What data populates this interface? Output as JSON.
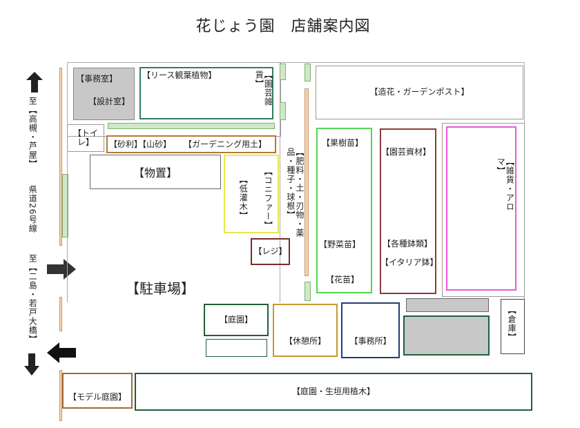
{
  "title": "花じょう園　店舗案内図",
  "labels": {
    "office": "【事務室】",
    "design": "【設計室】",
    "lease": "【リース観葉植物】",
    "garden_goods_top": "【園芸雑貨】",
    "toilet": "【トイレ】",
    "gravel": "【砂利】【山砂】",
    "soil": "【ガーデニング用土】",
    "storage": "【物置】",
    "conifer": "【コニファー】",
    "shrub": "【低灌木】",
    "fert": "【肥料・土・刃物・薬品・種子・球根】",
    "register": "【レジ】",
    "artificial": "【造花・ガーデンポスト】",
    "fruit": "【果樹苗】",
    "veg": "【野菜苗】",
    "flower": "【花苗】",
    "materials": "【園芸資材】",
    "pots": "【各種鉢類】",
    "italy": "【イタリア鉢】",
    "zakka": "【雑貨・アロマ】",
    "parking": "【駐車場】",
    "garden": "【庭園】",
    "rest": "【休憩所】",
    "office2": "【事務所】",
    "warehouse": "【倉庫】",
    "model": "【モデル庭園】",
    "trees": "【庭園・生垣用植木】"
  },
  "road": {
    "to_north": "至【高槻・芦屋】",
    "route": "県道26号線",
    "to_south": "至【二島・若戸大橋】"
  },
  "colors": {
    "gray": "#c8c8c8",
    "teal": "#2f7d5e",
    "brown": "#b07a3a",
    "yellow": "#e8e84a",
    "red": "#7a2a2a",
    "green": "#4fd64f",
    "maroon": "#8a3a3a",
    "pink": "#ee55d8",
    "darkgreen": "#1e5e3a",
    "mustard": "#c9962f",
    "navy": "#1f3d6e"
  }
}
